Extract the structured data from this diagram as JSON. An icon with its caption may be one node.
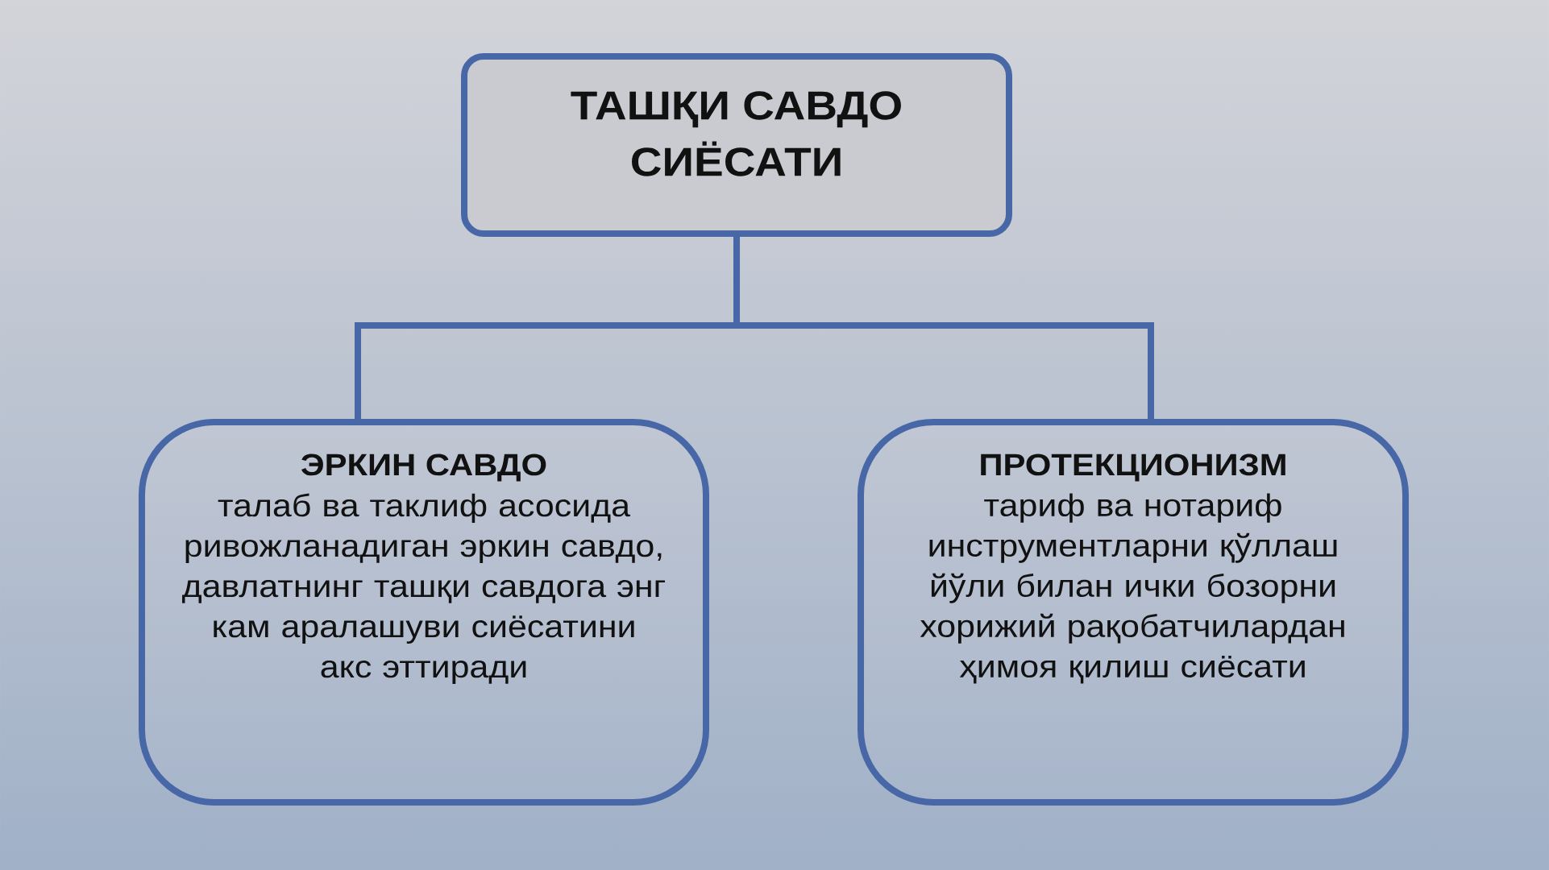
{
  "diagram": {
    "nodes": [
      {
        "text": [
          "ТАШҚИ САВДО СИЁСАТИ"
        ]
      },
      {
        "text": [
          "ЭРКИН САВДО",
          "талаб ва таклиф асосида ривожланадиган эркин савдо, давлатнинг ташқи савдога энг кам аралашуви сиёсатини акс эттиради"
        ]
      },
      {
        "text": [
          "ПРОТЕКЦИОНИЗМ",
          "тариф ва нотариф инструментларни қўллаш йўли билан ички бозорни хорижий рақобатчилардан ҳимоя қилиш сиёсати"
        ]
      }
    ],
    "edges": [
      {
        "from": 0,
        "to": 1,
        "arrow": "none"
      },
      {
        "from": 0,
        "to": 2,
        "arrow": "none"
      }
    ]
  }
}
